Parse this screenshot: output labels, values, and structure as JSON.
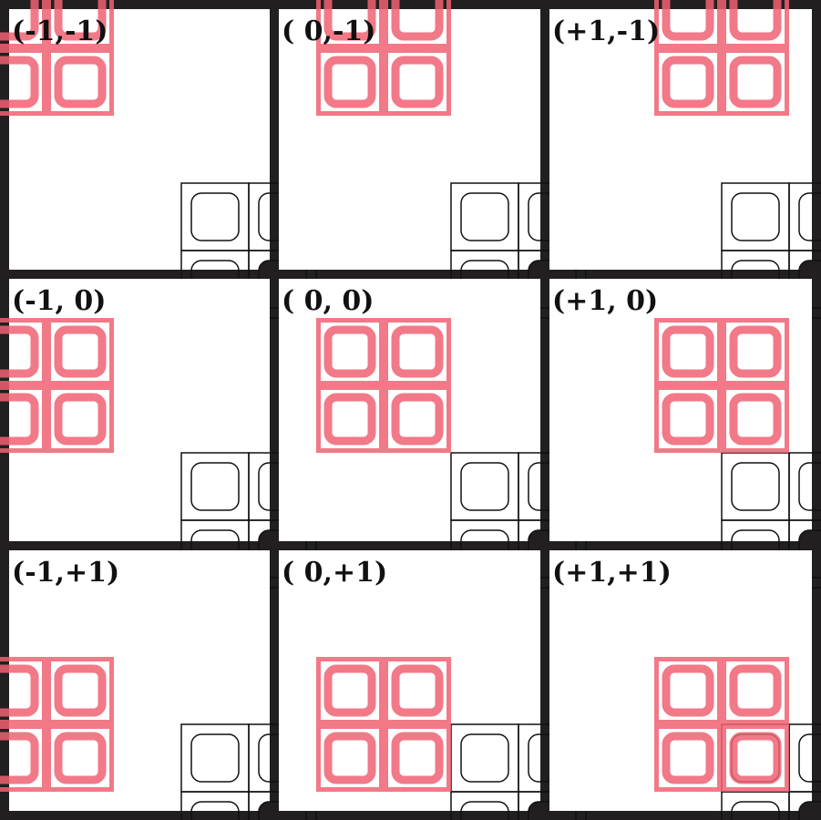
{
  "colors": {
    "background": "#221f20",
    "panel": "#ffffff",
    "grid_stroke": "#111111",
    "filled_cell": "#221f20",
    "overlay": "#f06272",
    "overlay_dark": "#c23044",
    "overlap_fill": "#8a1a22"
  },
  "panels": [
    {
      "label": "(-1,-1)",
      "offset": [
        -1,
        -1
      ]
    },
    {
      "label": "( 0,-1)",
      "offset": [
        0,
        -1
      ]
    },
    {
      "label": "(+1,-1)",
      "offset": [
        1,
        -1
      ]
    },
    {
      "label": "(-1, 0)",
      "offset": [
        -1,
        0
      ]
    },
    {
      "label": "( 0, 0)",
      "offset": [
        0,
        0
      ]
    },
    {
      "label": "(+1, 0)",
      "offset": [
        1,
        0
      ]
    },
    {
      "label": "(-1,+1)",
      "offset": [
        -1,
        1
      ]
    },
    {
      "label": "( 0,+1)",
      "offset": [
        0,
        1
      ]
    },
    {
      "label": "(+1,+1)",
      "offset": [
        1,
        1
      ]
    }
  ],
  "grid": {
    "rows": 3,
    "cols": 3,
    "present": [
      [
        false,
        false,
        false
      ],
      [
        false,
        true,
        true
      ],
      [
        false,
        true,
        true
      ]
    ],
    "filled": [
      [
        false,
        false,
        false
      ],
      [
        false,
        false,
        false
      ],
      [
        false,
        false,
        true
      ]
    ]
  },
  "overlay": {
    "rows": 3,
    "cols": 3,
    "present": [
      [
        true,
        true,
        false
      ],
      [
        true,
        true,
        false
      ],
      [
        false,
        false,
        false
      ]
    ]
  }
}
